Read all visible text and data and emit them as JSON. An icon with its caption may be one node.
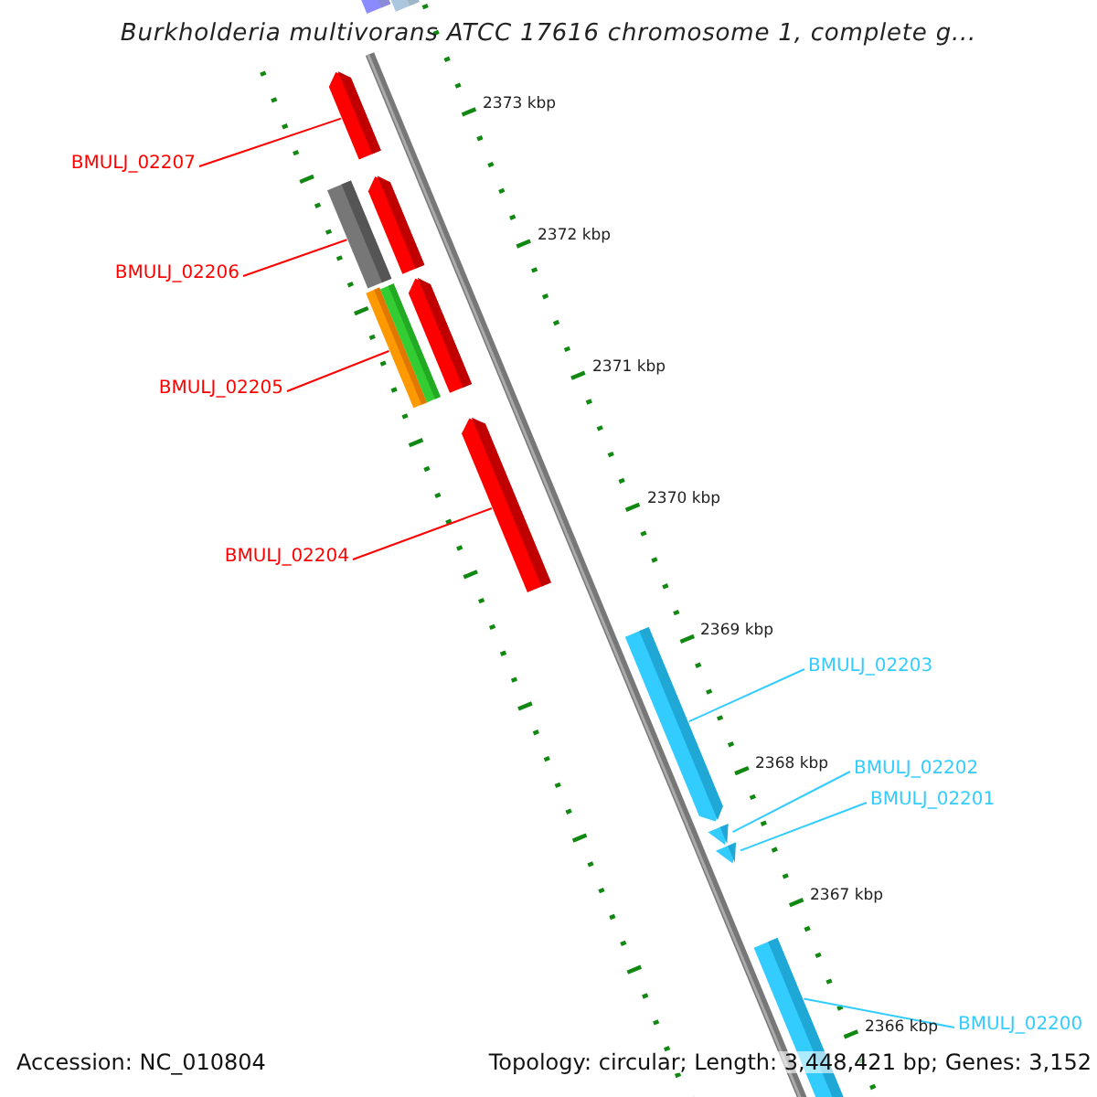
{
  "diagram": {
    "title": "Burkholderia multivorans ATCC 17616 chromosome 1, complete g...",
    "nodes": [
      {
        "text": [
          "BMULJ_02207"
        ]
      },
      {
        "text": [
          "BMULJ_02206"
        ]
      },
      {
        "text": [
          "BMULJ_02205"
        ]
      },
      {
        "text": [
          "BMULJ_02204"
        ]
      },
      {
        "text": [
          "BMULJ_02203"
        ]
      },
      {
        "text": [
          "BMULJ_02202"
        ]
      },
      {
        "text": [
          "BMULJ_02201"
        ]
      },
      {
        "text": [
          "BMULJ_02200"
        ]
      },
      {
        "text": [],
        "shape": "bar"
      },
      {
        "text": [],
        "shape": "bar"
      },
      {
        "text": [],
        "shape": "bar"
      },
      {
        "text": [],
        "shape": "bar"
      },
      {
        "text": [],
        "shape": "bar"
      },
      {
        "text": [],
        "shape": "bar"
      },
      {
        "text": [],
        "shape": "bar"
      },
      {
        "text": [],
        "shape": "bar"
      },
      {
        "text": [],
        "shape": "bar"
      },
      {
        "text": [],
        "shape": "bar"
      },
      {
        "text": [],
        "shape": "bar"
      },
      {
        "text": [],
        "shape": "bar"
      },
      {
        "text": [],
        "shape": "bar"
      }
    ],
    "edges": [
      {
        "from": 0,
        "to": 10,
        "arrow": "none"
      },
      {
        "from": 1,
        "to": 11,
        "arrow": "none"
      },
      {
        "from": 2,
        "to": 13,
        "arrow": "none"
      },
      {
        "from": 3,
        "to": 16,
        "arrow": "none"
      },
      {
        "from": 4,
        "to": 17,
        "arrow": "none",
        "color": "#33ccff"
      },
      {
        "from": 5,
        "to": 18,
        "arrow": "none",
        "color": "#33ccff"
      },
      {
        "from": 6,
        "to": 19,
        "arrow": "none",
        "color": "#33ccff"
      },
      {
        "from": 7,
        "to": 20,
        "arrow": "none",
        "color": "#33ccff"
      }
    ],
    "labels": [
      "2373 kbp",
      "2372 kbp",
      "2371 kbp",
      "2370 kbp",
      "2369 kbp",
      "2368 kbp",
      "2367 kbp",
      "2366 kbp",
      "Accession: NC_010804",
      "Topology: circular; Length: 3,448,421 bp; Genes: 3,152"
    ]
  }
}
